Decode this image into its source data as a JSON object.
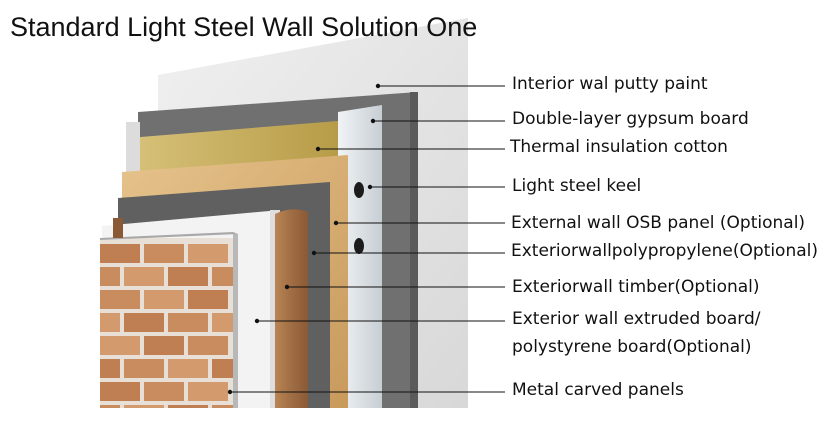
{
  "title": "Standard Light Steel Wall Solution One",
  "labels": [
    "Interior wal putty paint",
    "Double-layer gypsum board",
    "Thermal insulation cotton",
    "Light steel keel",
    "External wall OSB panel (Optional)",
    "Exteriorwallpolypropylene(Optional)",
    "Exteriorwall timber(Optional)",
    "Exterior wall extruded board/",
    "polystyrene board(Optional)",
    "Metal carved panels"
  ],
  "colors": {
    "putty": "#e6e6e6",
    "gypsum": "#6f6f6f",
    "insulation": "#c9b25d",
    "steel": "#dfe5ea",
    "osb": "#d9b47a",
    "polypropylene": "#5f5f5f",
    "timber": "#a8764c",
    "extruded": "#f3f3f3",
    "brick": "#c98c5f",
    "mortar": "#e8e0d6",
    "metal": "#b8b8b8"
  }
}
